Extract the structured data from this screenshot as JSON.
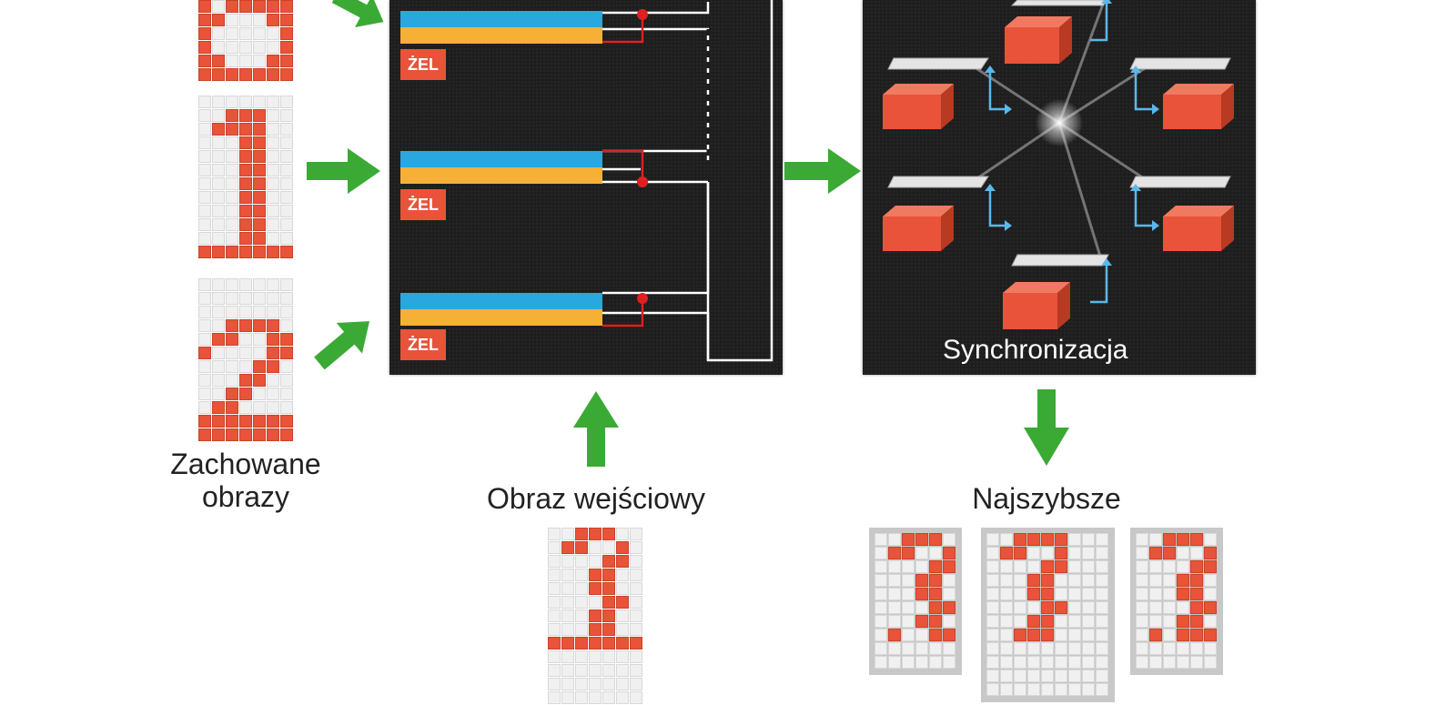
{
  "labels": {
    "stored_images_line1": "Zachowane",
    "stored_images_line2": "obrazy",
    "input_image": "Obraz wejściowy",
    "fastest": "Najszybsze",
    "synchronization": "Synchronizacja",
    "gel": "ŻEL"
  },
  "colors": {
    "arrow": "#3aaa35",
    "cell_on": "#e8533a",
    "bar_blue": "#29a8e0",
    "bar_orange": "#f6b035",
    "panel": "#1e1e1e"
  },
  "icons": [
    "arrow-right-icon",
    "arrow-up-icon",
    "arrow-down-icon",
    "mirror-icon",
    "laser-block-icon",
    "light-burst-icon"
  ]
}
